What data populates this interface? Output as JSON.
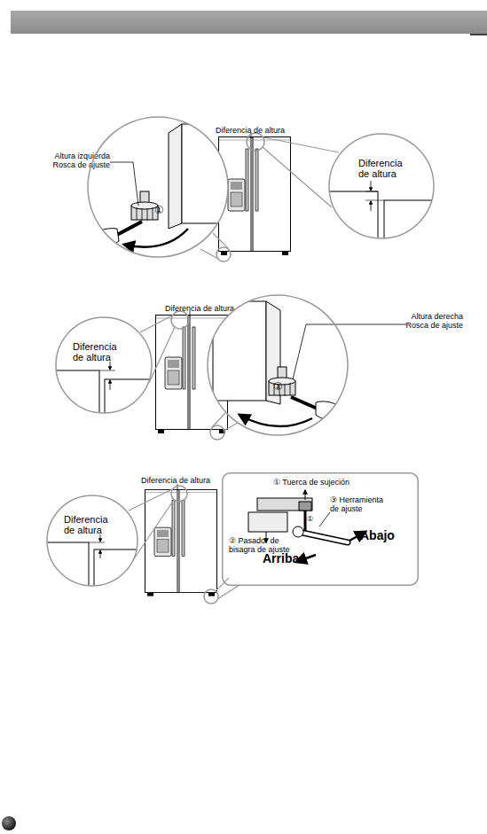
{
  "diagram": {
    "nodes": [
      {
        "text": [
          "①"
        ]
      },
      {
        "text": [
          "Diferencia de altura"
        ]
      },
      {
        "text": [
          "Diferencia de altura"
        ]
      },
      {
        "text": [
          "①"
        ]
      },
      {
        "text": [
          "Diferencia de altura"
        ]
      },
      {
        "text": [
          "① Tuerca de sujeción",
          "③ Herramienta de ajuste",
          "② Pasador de bisagra de ajuste",
          "①",
          "Abajo",
          "Arriba"
        ]
      }
    ],
    "labels": [
      "Diferencia de altura",
      "Altura izquierda Rosca de ajuste",
      "Diferencia de altura",
      "Altura derecha Rosca de ajuste",
      "Diferencia de altura"
    ]
  }
}
